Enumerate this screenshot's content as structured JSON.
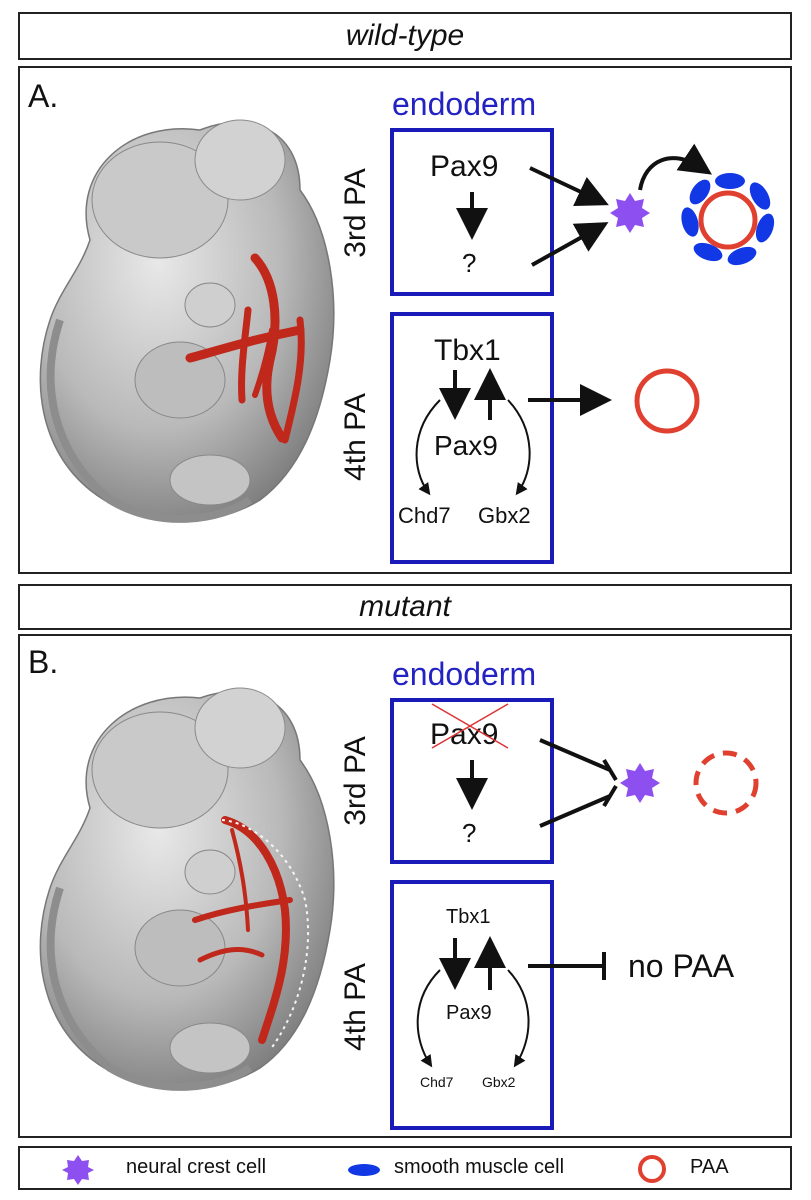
{
  "top": {
    "title": "wild-type",
    "panel": "A.",
    "endoderm": "endoderm",
    "pa3": "3rd PA",
    "pa4": "4th PA",
    "box3": {
      "gene": "Pax9",
      "unknown": "?"
    },
    "box4": {
      "top": "Tbx1",
      "mid": "Pax9",
      "left": "Chd7",
      "right": "Gbx2"
    }
  },
  "bottom": {
    "title": "mutant",
    "panel": "B.",
    "endoderm": "endoderm",
    "pa3": "3rd PA",
    "pa4": "4th PA",
    "box3": {
      "gene": "Pax9",
      "unknown": "?"
    },
    "box4": {
      "top": "Tbx1",
      "mid": "Pax9",
      "left": "Chd7",
      "right": "Gbx2"
    },
    "result": "no PAA"
  },
  "legend": {
    "neural_crest": "neural crest cell",
    "smooth_muscle": "smooth muscle cell",
    "paa": "PAA"
  },
  "colors": {
    "endoderm_blue": "#1a1ab8",
    "neural_crest_purple": "#8e4ff0",
    "smooth_muscle_blue": "#1238e6",
    "paa_red": "#e0402f",
    "embryo_gray": "#b8b8b8",
    "vessel_red": "#c0281c"
  }
}
